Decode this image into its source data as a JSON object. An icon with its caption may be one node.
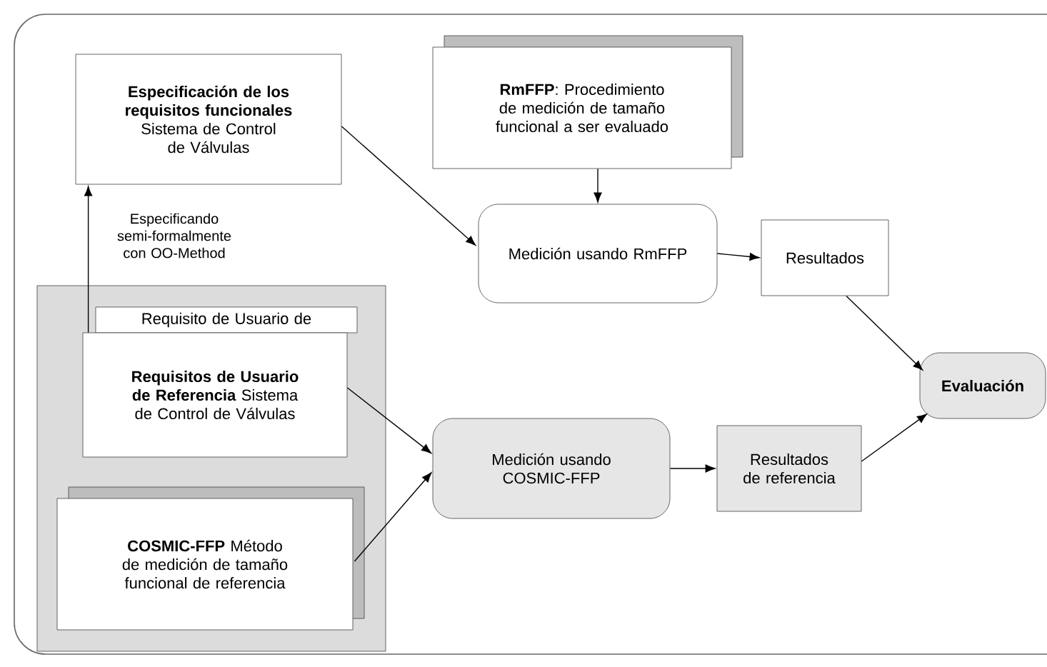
{
  "diagram": {
    "nodes": [
      {
        "text": [
          "Especificación de los requisitos funcionales",
          "Sistema de Control de Válvulas"
        ]
      },
      {
        "text": [
          "**RmFFP**: Procedimiento de medición de tamaño funcional a ser evaluado"
        ]
      },
      {
        "text": [
          "Medición usando RmFFP"
        ]
      },
      {
        "text": [
          "Resultados"
        ]
      },
      {
        "text": [],
        "shape": "box"
      },
      {
        "text": [
          "Requisito de Usuario de"
        ],
        "in": 4
      },
      {
        "text": [
          "**Requisitos de Usuario de Referencia** Sistema de Control de Válvulas"
        ],
        "in": 4
      },
      {
        "text": [
          "**COSMIC-FFP** Método de medición de tamaño funcional de referencia"
        ],
        "in": 4
      },
      {
        "text": [
          "Medición usando COSMIC-FFP"
        ]
      },
      {
        "text": [
          "Resultados de referencia"
        ]
      },
      {
        "text": [
          "Evaluación"
        ]
      }
    ],
    "edges": [
      {
        "from": 6,
        "to": 0,
        "arrow": "to",
        "label": "Especificando semi-formalmente con OO-Method"
      },
      {
        "from": 0,
        "to": 2,
        "arrow": "to"
      },
      {
        "from": 1,
        "to": 2,
        "arrow": "to"
      },
      {
        "from": 2,
        "to": 3,
        "arrow": "to"
      },
      {
        "from": 3,
        "to": 10,
        "arrow": "to"
      },
      {
        "from": 6,
        "to": 8,
        "arrow": "to"
      },
      {
        "from": 7,
        "to": 8,
        "arrow": "to"
      },
      {
        "from": 8,
        "to": 9,
        "arrow": "to"
      },
      {
        "from": 9,
        "to": 10,
        "arrow": "to"
      }
    ]
  }
}
